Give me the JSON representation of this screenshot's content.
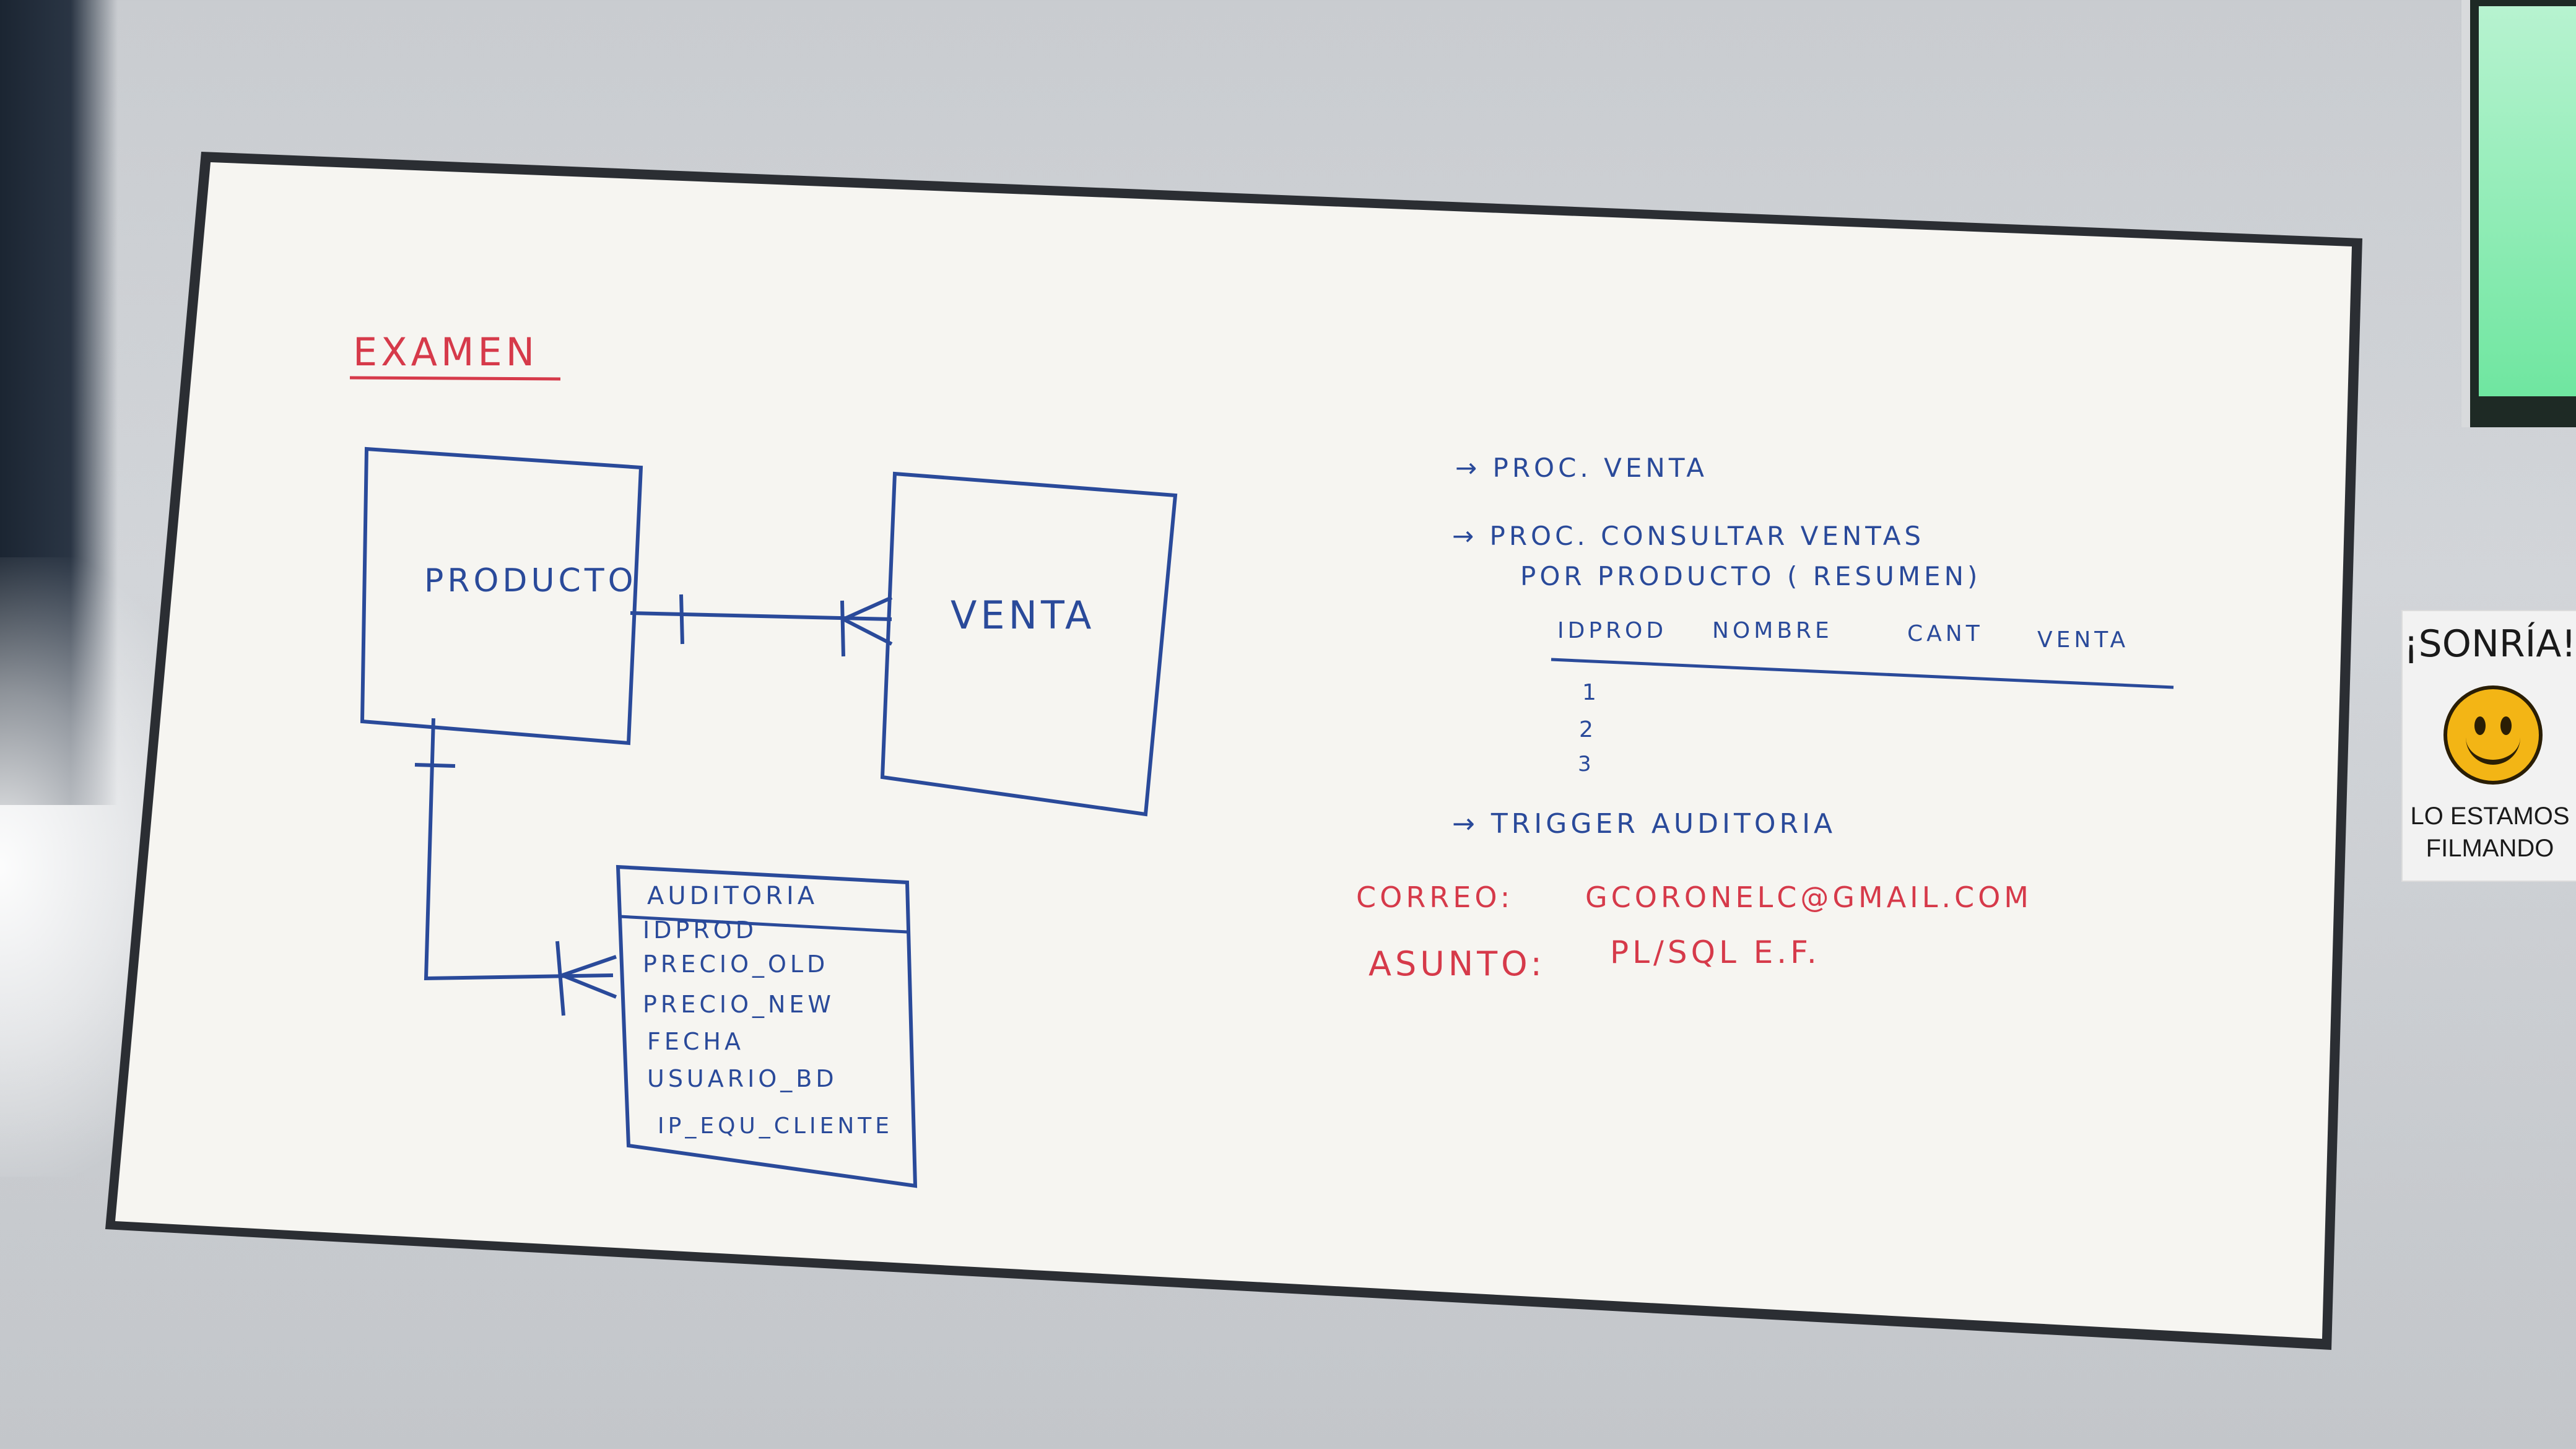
{
  "board": {
    "title": "EXAMEN",
    "entities": {
      "producto": "PRODUCTO",
      "venta": "VENTA",
      "auditoria": {
        "header": "AUDITORIA",
        "fields": [
          "IDPROD",
          "PRECIO_OLD",
          "PRECIO_NEW",
          "FECHA",
          "USUARIO_BD",
          "IP_EQU_CLIENTE"
        ]
      }
    },
    "notes": {
      "item1": "→ PROC. VENTA",
      "item2_line1": "→ PROC. CONSULTAR VENTAS",
      "item2_line2": "POR PRODUCTO ( RESUMEN)",
      "table_headers": [
        "IDPROD",
        "NOMBRE",
        "CANT",
        "VENTA"
      ],
      "table_rows": [
        "1",
        "2",
        "3"
      ],
      "item3": "→ TRIGGER AUDITORIA",
      "correo_label": "CORREO:",
      "correo_value": "GCORONELC@GMAIL.COM",
      "asunto_label": "ASUNTO:",
      "asunto_value": "PL/SQL E.F."
    }
  },
  "sign": {
    "title": "¡SONRÍA!",
    "line1": "LO ESTAMOS",
    "line2": "FILMANDO"
  },
  "colors": {
    "marker_blue": "#2a4a9a",
    "marker_red": "#d63a4a",
    "board_white": "#f6f5f1",
    "frame": "#2b2e33"
  }
}
